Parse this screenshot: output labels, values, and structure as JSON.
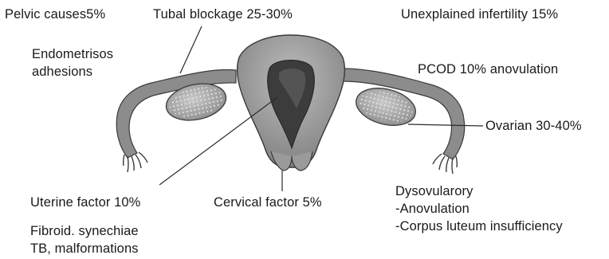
{
  "colors": {
    "organ_fill": "#8a8a8a",
    "organ_light": "#c4c4c4",
    "cavity": "#3a3a3a",
    "ovary": "#a8a8a8",
    "leader_line": "#2a2a2a",
    "text": "#1a1a1a"
  },
  "labels": {
    "pelvic": "Pelvic causes5%",
    "tubal": "Tubal blockage 25-30%",
    "unexplained": "Unexplained infertility 15%",
    "endometriosis_line1": "Endometrisos",
    "endometriosis_line2": "adhesions",
    "pcod": "PCOD 10% anovulation",
    "ovarian": "Ovarian 30-40%",
    "uterine": "Uterine factor 10%",
    "cervical": "Cervical factor 5%",
    "dysovulatory_line1": "Dysovularory",
    "dysovulatory_line2": "-Anovulation",
    "dysovulatory_line3": "-Corpus luteum insufficiency",
    "fibroid_line1": "Fibroid. synechiae",
    "fibroid_line2": "TB, malformations"
  }
}
